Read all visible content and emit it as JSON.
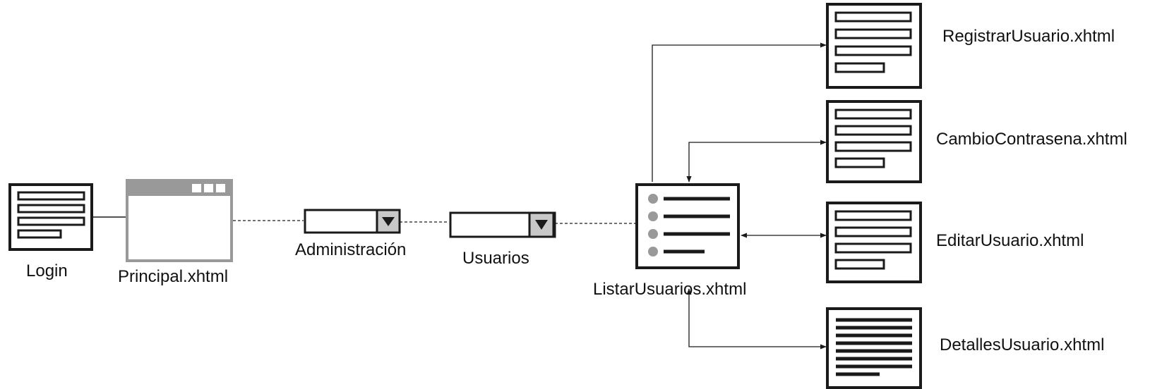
{
  "nodes": {
    "login": {
      "label": "Login",
      "icon": "form-page-icon"
    },
    "principal": {
      "label": "Principal.xhtml",
      "icon": "browser-window-icon"
    },
    "administracion": {
      "label": "Administración",
      "icon": "dropdown-menu-icon"
    },
    "usuarios": {
      "label": "Usuarios",
      "icon": "dropdown-menu-icon"
    },
    "listar": {
      "label": "ListarUsuarios.xhtml",
      "icon": "list-page-icon"
    },
    "registrar": {
      "label": "RegistrarUsuario.xhtml",
      "icon": "form-page-icon"
    },
    "cambio": {
      "label": "CambioContrasena.xhtml",
      "icon": "form-page-icon"
    },
    "editar": {
      "label": "EditarUsuario.xhtml",
      "icon": "form-page-icon"
    },
    "detalles": {
      "label": "DetallesUsuario.xhtml",
      "icon": "detail-page-icon"
    }
  },
  "colors": {
    "stroke": "#1a1a1a",
    "gray": "#999999",
    "dropdown_button": "#c8c8c8"
  }
}
